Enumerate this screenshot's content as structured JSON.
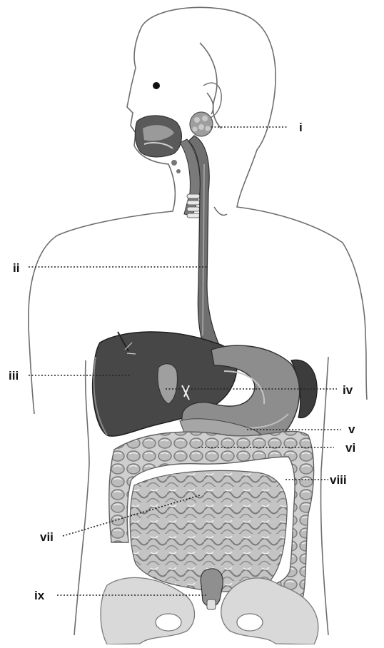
{
  "labels": {
    "i": "i",
    "ii": "ii",
    "iii": "iii",
    "iv": "iv",
    "v": "v",
    "vi": "vi",
    "vii": "vii",
    "viii": "viii",
    "ix": "ix"
  },
  "colors": {
    "outline": "#666666",
    "liver": "#4a4a4a",
    "stomach": "#8a8a8a",
    "intestine": "#b5b5b5",
    "bone": "#d8d8d8",
    "leader": "#222222"
  }
}
